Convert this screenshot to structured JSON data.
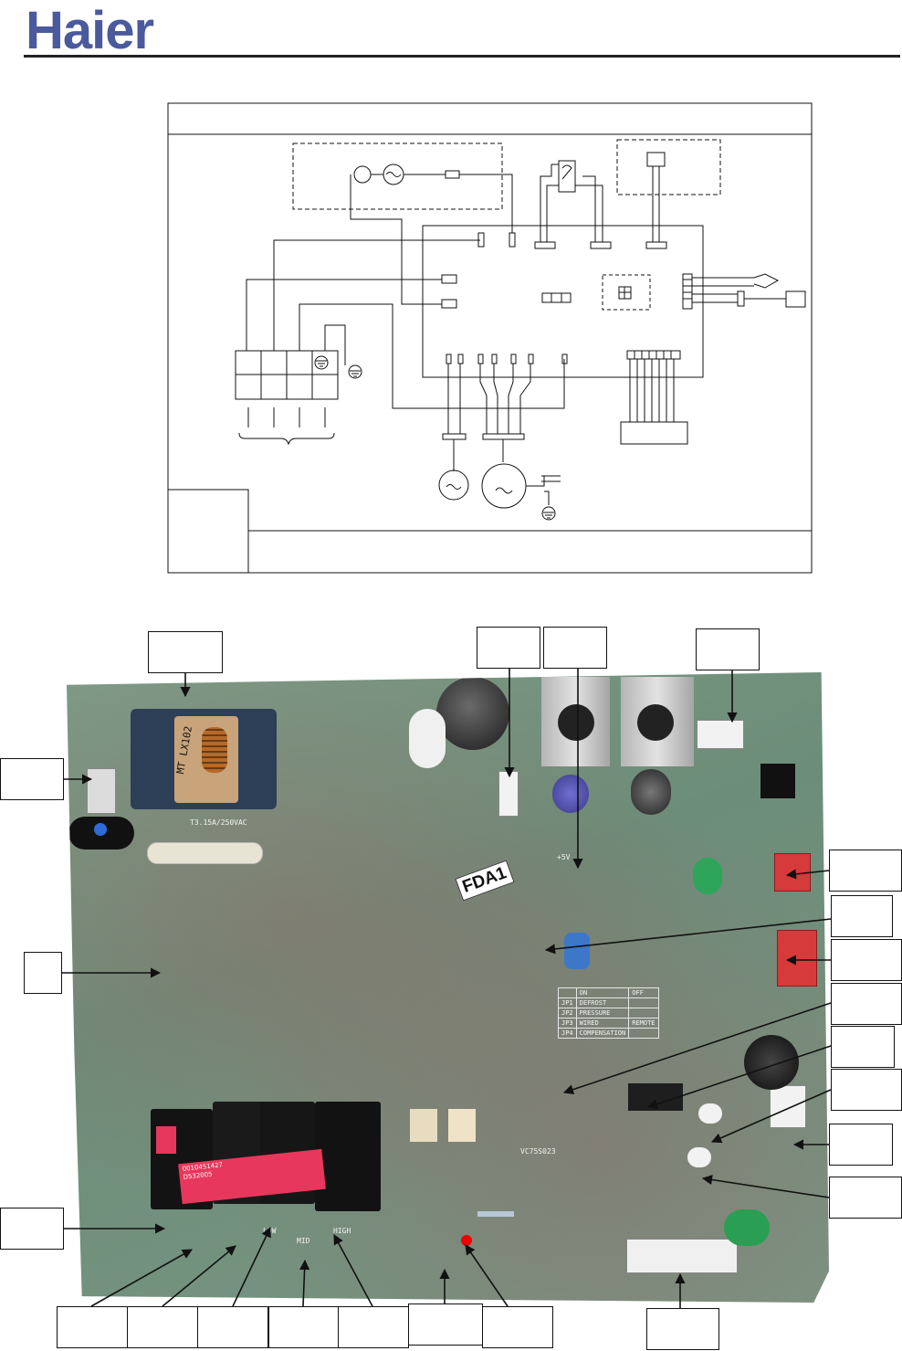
{
  "brand": {
    "logo_text": "Haier",
    "logo_color": "#4a5a9c",
    "rule_color": "#222222"
  },
  "wiring_diagram": {
    "frame_color": "#111111",
    "symbols": [
      "fuse-symbol",
      "ac-source-symbol",
      "ground-symbol",
      "fan-motor-symbol",
      "compressor-motor-symbol",
      "capacitor-symbol",
      "thermistor-probe-symbol"
    ]
  },
  "pcb_photo": {
    "board_color": "#6f8f7b",
    "silkscreen": {
      "transformer": "MT LX102",
      "sticker": "FDA1",
      "fuse": "T3.15A/250VAC",
      "dc5v": "+5V",
      "relay_label_line1": "0010451427",
      "relay_label_line2": "D532005",
      "ct_label": "VC75S023",
      "fan_low": "LOW",
      "fan_mid": "MID",
      "fan_high": "HIGH",
      "jp_table": {
        "header": [
          "",
          "ON",
          "OFF"
        ],
        "rows": [
          [
            "JP1",
            "DEFROST",
            ""
          ],
          [
            "JP2",
            "PRESSURE",
            ""
          ],
          [
            "JP3",
            "WIRED",
            "REMOTE"
          ],
          [
            "JP4",
            "COMPENSATION",
            ""
          ]
        ]
      }
    }
  }
}
